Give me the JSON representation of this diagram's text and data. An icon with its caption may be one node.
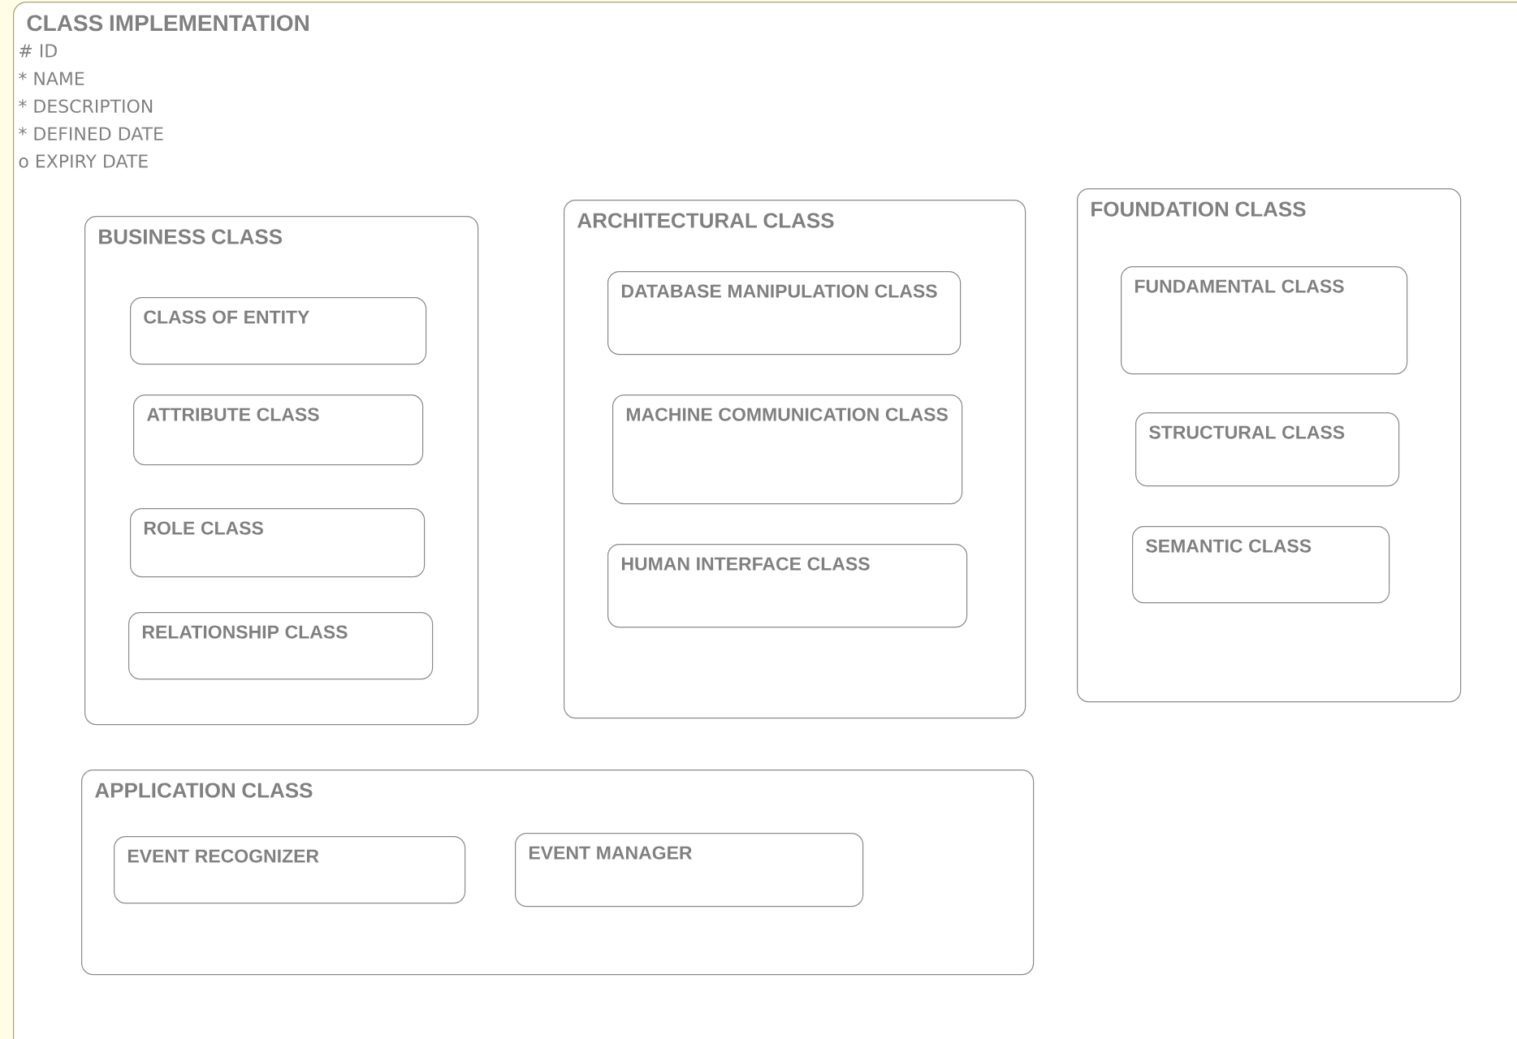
{
  "diagram": {
    "nodes": [
      {
        "text": [
          "CLASS IMPLEMENTATION",
          "# ID",
          "* NAME",
          "* DESCRIPTION",
          "* DEFINED DATE",
          "o EXPIRY DATE"
        ]
      },
      {
        "text": [
          "BUSINESS CLASS"
        ],
        "in": 0
      },
      {
        "text": [
          "CLASS OF ENTITY"
        ],
        "in": 1
      },
      {
        "text": [
          "ATTRIBUTE CLASS"
        ],
        "in": 1
      },
      {
        "text": [
          "ROLE CLASS"
        ],
        "in": 1
      },
      {
        "text": [
          "RELATIONSHIP CLASS"
        ],
        "in": 1
      },
      {
        "text": [
          "ARCHITECTURAL CLASS"
        ],
        "in": 0
      },
      {
        "text": [
          "DATABASE MANIPULATION CLASS"
        ],
        "in": 6
      },
      {
        "text": [
          "MACHINE COMMUNICATION CLASS"
        ],
        "in": 6
      },
      {
        "text": [
          "HUMAN INTERFACE CLASS"
        ],
        "in": 6
      },
      {
        "text": [
          "FOUNDATION CLASS"
        ],
        "in": 0
      },
      {
        "text": [
          "FUNDAMENTAL CLASS"
        ],
        "in": 10
      },
      {
        "text": [
          "STRUCTURAL CLASS"
        ],
        "in": 10
      },
      {
        "text": [
          "SEMANTIC CLASS"
        ],
        "in": 10
      },
      {
        "text": [
          "APPLICATION CLASS"
        ],
        "in": 0
      },
      {
        "text": [
          "EVENT RECOGNIZER"
        ],
        "in": 14
      },
      {
        "text": [
          "EVENT MANAGER"
        ],
        "in": 14
      }
    ]
  }
}
